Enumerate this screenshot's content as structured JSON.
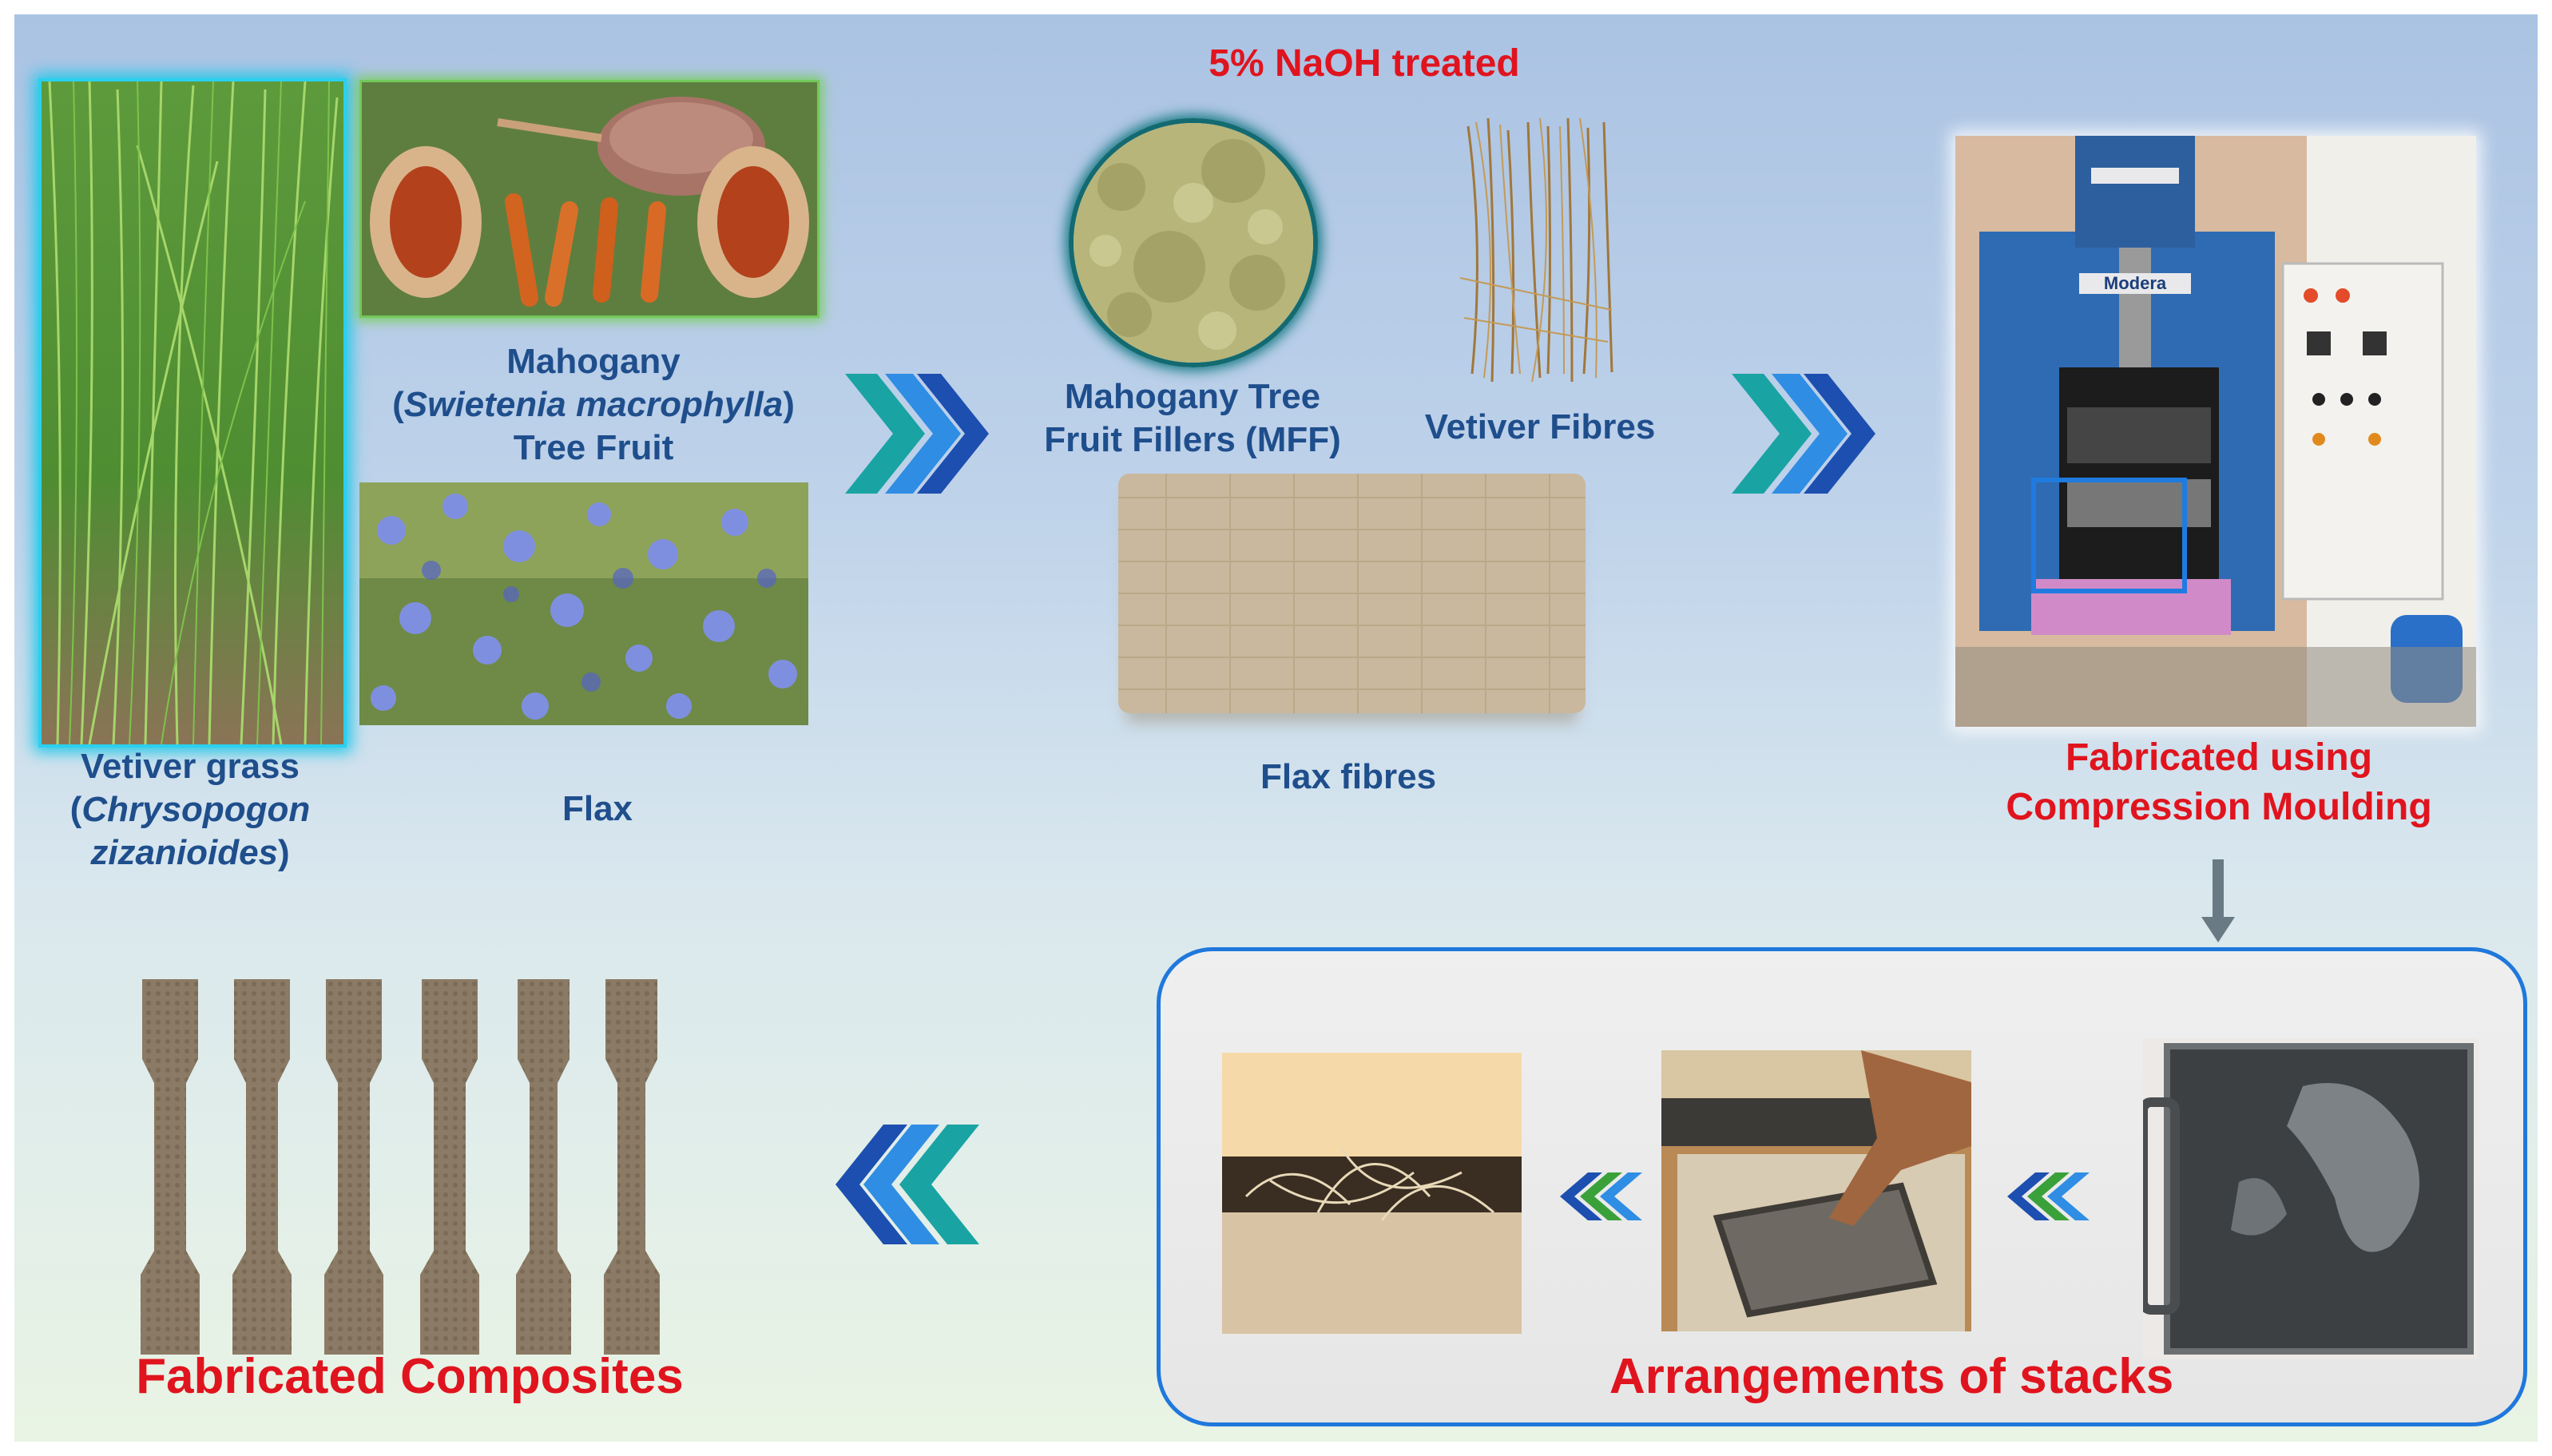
{
  "title": "5% NaOH treated",
  "labels": {
    "vetiver_grass_line1": "Vetiver grass",
    "vetiver_grass_line2_open": "(",
    "vetiver_grass_line2_italic": "Chrysopogon",
    "vetiver_grass_line3_italic": "zizanioides",
    "vetiver_grass_line3_close": ")",
    "mahogany_line1": "Mahogany",
    "mahogany_line2_open": "(",
    "mahogany_line2_italic": "Swietenia macrophylla",
    "mahogany_line2_close": ")",
    "mahogany_line3": "Tree Fruit",
    "flax": "Flax",
    "mff_line1": "Mahogany Tree",
    "mff_line2": "Fruit Fillers (MFF)",
    "vetiver_fibres": "Vetiver Fibres",
    "flax_fibres": "Flax fibres",
    "fabricated_line1": "Fabricated using",
    "fabricated_line2": "Compression Moulding",
    "fabricated_composites": "Fabricated Composites",
    "arrangements": "Arrangements of stacks"
  },
  "machine_brand": "Modera",
  "colors": {
    "label_blue": "#1f4e8c",
    "accent_red": "#e0141e",
    "panel_border": "#1f78dc",
    "chevron_dark": "#1d4fb0",
    "chevron_mid": "#2f8de4",
    "chevron_teal": "#1aa3a3",
    "chevron_green": "#3aa13a"
  }
}
